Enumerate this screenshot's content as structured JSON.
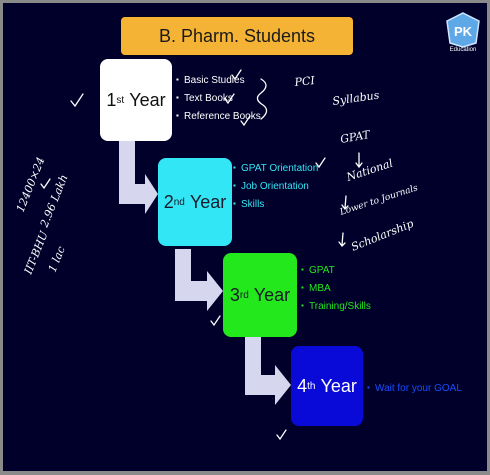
{
  "title": "B. Pharm. Students",
  "logo": {
    "icon": "pk-education-logo",
    "caption": "Education"
  },
  "years": [
    {
      "num": "1",
      "suffix": "st",
      "label": "Year",
      "color": "#ffffff",
      "text_color": "#111111",
      "items": [
        "Basic Studies",
        "Text Books",
        "Reference Books"
      ],
      "item_color": "#ffffff"
    },
    {
      "num": "2",
      "suffix": "nd",
      "label": "Year",
      "color": "#33e6f5",
      "text_color": "#1a1a2a",
      "items": [
        "GPAT Orientation",
        "Job Orientation",
        "Skills"
      ],
      "item_color": "#33e6f5"
    },
    {
      "num": "3",
      "suffix": "rd",
      "label": "Year",
      "color": "#22e81c",
      "text_color": "#1a1a2a",
      "items": [
        "GPAT",
        "MBA",
        "Training/Skills"
      ],
      "item_color": "#22e81c"
    },
    {
      "num": "4",
      "suffix": "th",
      "label": "Year",
      "color": "#0a0ad8",
      "text_color": "#ffffff",
      "items": [
        "Wait for your GOAL"
      ],
      "item_color": "#1a4cff"
    }
  ],
  "handwriting": {
    "left": [
      "12400×24",
      "2.96 Lakh",
      "IIT-BHU",
      "1 lac"
    ],
    "right": [
      "PCI",
      "Syllabus",
      "GPAT",
      "National",
      "Lower to Journals",
      "Scholarship"
    ]
  },
  "colors": {
    "background": "#00002a",
    "title_bg": "#f5b335",
    "arrow": "#d6d6ee"
  }
}
